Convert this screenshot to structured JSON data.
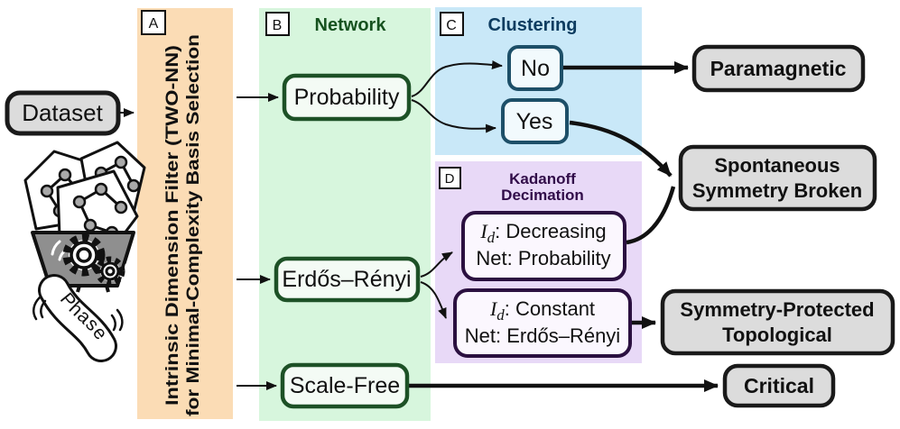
{
  "bands": {
    "filter": {
      "label": "A",
      "title_line1": "Intrinsic Dimension Filter (TWO-NN)",
      "title_line2": "for Minimal-Complexity Basis Selection",
      "color": "#fbdcb5"
    },
    "network": {
      "label": "B",
      "title": "Network",
      "color": "#d7f6dd",
      "title_color": "#16521f"
    },
    "clustering": {
      "label": "C",
      "title": "Clustering",
      "color": "#c9e8f8",
      "title_color": "#0d3c60"
    },
    "decimation": {
      "label": "D",
      "title_line1": "Kadanoff",
      "title_line2": "Decimation",
      "color": "#e8d9f7",
      "title_color": "#310c49"
    }
  },
  "nodes": {
    "dataset": "Dataset",
    "probability": "Probability",
    "erdos_renyi": "Erdős–Rényi",
    "scale_free": "Scale-Free",
    "no": "No",
    "yes": "Yes",
    "id_decreasing": {
      "sym": "I",
      "sub": "d",
      "rest": ": Decreasing",
      "line2": "Net: Probability"
    },
    "id_constant": {
      "sym": "I",
      "sub": "d",
      "rest": ": Constant",
      "line2": "Net: Erdős–Rényi"
    },
    "paramagnetic": "Paramagnetic",
    "ssb_line1": "Spontaneous",
    "ssb_line2": "Symmetry Broken",
    "spt_line1": "Symmetry-Protected",
    "spt_line2": "Topological",
    "critical": "Critical"
  },
  "illustration": {
    "ribbon_text": "Phase"
  },
  "colors": {
    "green_box_stroke": "#1d5126",
    "blue_box_stroke": "#1d4f68",
    "purple_box_stroke": "#2b1040",
    "gray_box_fill": "#dcdcdc",
    "funnel_gray": "#8f8f8f"
  }
}
